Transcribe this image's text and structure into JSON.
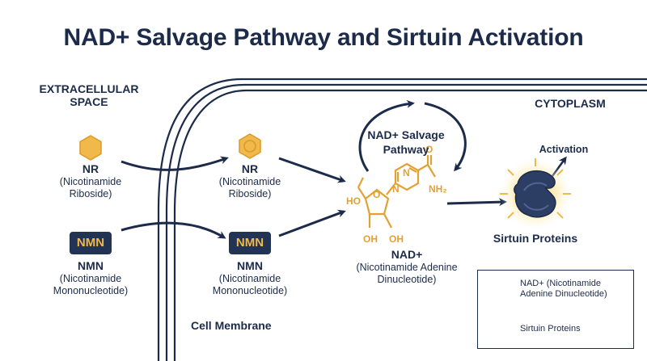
{
  "title": "NAD+ Salvage Pathway and Sirtuin Activation",
  "regions": {
    "extracellular": "EXTRACELLULAR SPACE",
    "cytoplasm": "CYTOPLASM",
    "membrane": "Cell Membrane"
  },
  "extracellular": {
    "nr": {
      "name": "NR",
      "full": "(Nicotinamide Riboside)"
    },
    "nmn": {
      "badge": "NMN",
      "name": "NMN",
      "full": "(Nicotinamide Mononucleotide)"
    }
  },
  "intracellular": {
    "nr": {
      "name": "NR",
      "full": "(Nicotinamide Riboside)"
    },
    "nmn": {
      "badge": "NMN",
      "name": "NMN",
      "full": "(Nicotinamide Mononucleotide)"
    }
  },
  "nad": {
    "name": "NAD+",
    "full": "(Nicotinamide Adenine Dinucleotide)",
    "atoms": {
      "ho": "HO",
      "o": "O",
      "oh1": "OH",
      "oh2": "OH",
      "n1": "N",
      "n2": "N",
      "nh2": "NH₂",
      "o2": "O"
    }
  },
  "salvage_label": "NAD+ Salvage Pathway",
  "activation_label": "Activation",
  "sirtuin_label": "Sirtuin Proteins",
  "legend": {
    "nad": "NAD+ (Nicotinamide Adenine Dinucleotide)",
    "sirtuin": "Sirtuin Proteins"
  },
  "colors": {
    "navy": "#1c2b4a",
    "gold": "#f1b84a",
    "gold_stroke": "#d99a2b",
    "protein": "#2c3e64"
  }
}
